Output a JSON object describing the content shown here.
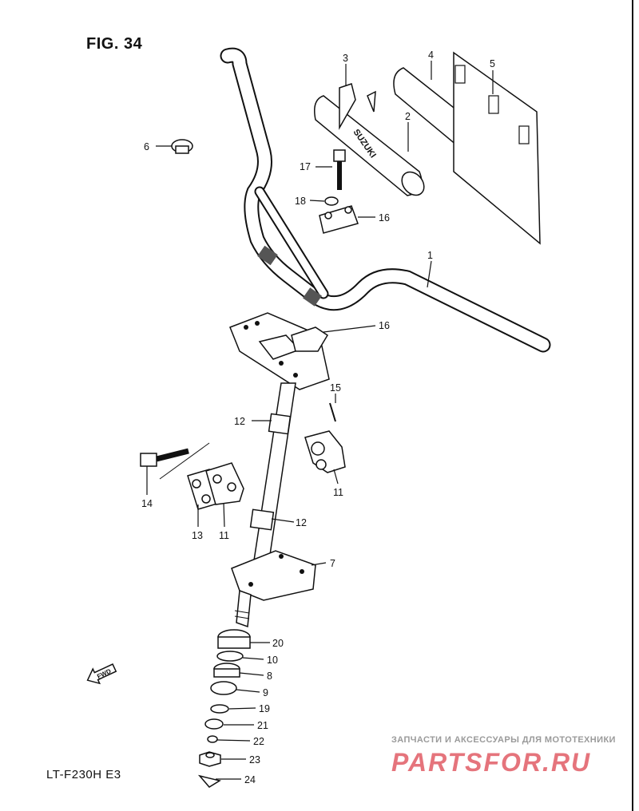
{
  "figure": {
    "title": "FIG. 34",
    "model": "LT-F230H  E3",
    "fwd_label": "FWD",
    "brand_on_pad": "SUZUKI"
  },
  "callouts": [
    {
      "number": "1",
      "part": "handlebar"
    },
    {
      "number": "2",
      "part": "handlebar-pad"
    },
    {
      "number": "3",
      "part": "pad-band"
    },
    {
      "number": "4",
      "part": "pad"
    },
    {
      "number": "5",
      "part": "label-sheet"
    },
    {
      "number": "6",
      "part": "cap"
    },
    {
      "number": "7",
      "part": "steering-stem-plate"
    },
    {
      "number": "8",
      "part": "bearing"
    },
    {
      "number": "9",
      "part": "bearing-race"
    },
    {
      "number": "10",
      "part": "seal"
    },
    {
      "number": "11",
      "part": "stem-holder"
    },
    {
      "number": "11",
      "part": "stem-holder-left"
    },
    {
      "number": "12",
      "part": "stem-collar-upper"
    },
    {
      "number": "12",
      "part": "stem-collar-lower"
    },
    {
      "number": "13",
      "part": "holder-plate"
    },
    {
      "number": "14",
      "part": "bolt"
    },
    {
      "number": "15",
      "part": "cotter-pin-upper"
    },
    {
      "number": "16",
      "part": "handlebar-holder-upper"
    },
    {
      "number": "16",
      "part": "handlebar-holder-lower"
    },
    {
      "number": "17",
      "part": "holder-bolt"
    },
    {
      "number": "18",
      "part": "washer"
    },
    {
      "number": "19",
      "part": "o-ring"
    },
    {
      "number": "20",
      "part": "dust-seal"
    },
    {
      "number": "21",
      "part": "washer-lower"
    },
    {
      "number": "22",
      "part": "washer-small"
    },
    {
      "number": "23",
      "part": "nut"
    },
    {
      "number": "24",
      "part": "cotter-pin"
    }
  ],
  "watermark": {
    "caption": "ЗАПЧАСТИ И АКСЕССУАРЫ ДЛЯ МОТОТЕХНИКИ",
    "logo": "PARTSFOR.RU",
    "color": "#e5747c"
  }
}
